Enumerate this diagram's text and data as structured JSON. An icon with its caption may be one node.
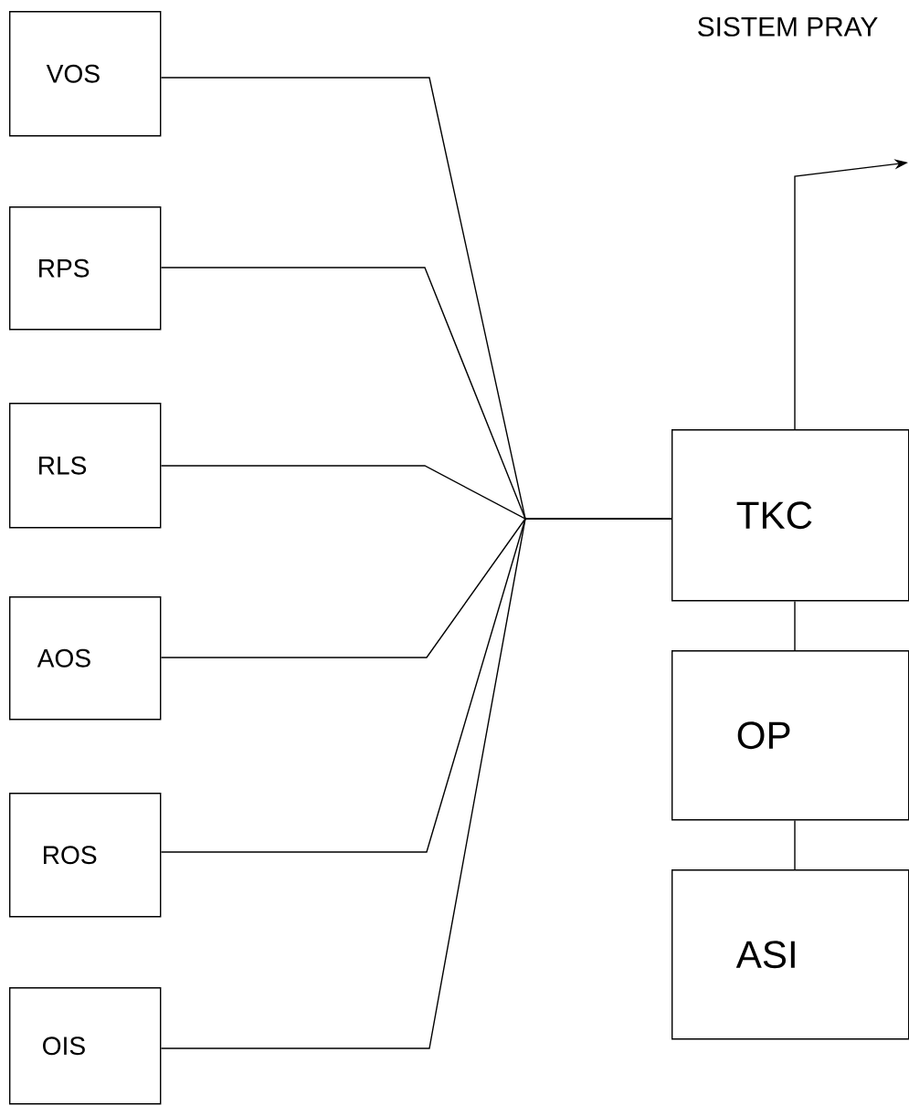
{
  "diagram": {
    "title": "SISTEM PRAY",
    "nodes": [
      {
        "text": [
          "VOS"
        ]
      },
      {
        "text": [
          "RPS"
        ]
      },
      {
        "text": [
          "RLS"
        ]
      },
      {
        "text": [
          "AOS"
        ]
      },
      {
        "text": [
          "ROS"
        ]
      },
      {
        "text": [
          "OIS"
        ]
      },
      {
        "text": [
          "TKC"
        ]
      },
      {
        "text": [
          "OP"
        ]
      },
      {
        "text": [
          "ASI"
        ]
      }
    ],
    "edges": [
      {
        "from": 0,
        "to": 6,
        "arrow": "none"
      },
      {
        "from": 1,
        "to": 6,
        "arrow": "none"
      },
      {
        "from": 2,
        "to": 6,
        "arrow": "none"
      },
      {
        "from": 3,
        "to": 6,
        "arrow": "none"
      },
      {
        "from": 4,
        "to": 6,
        "arrow": "none"
      },
      {
        "from": 5,
        "to": 6,
        "arrow": "none"
      },
      {
        "from": 6,
        "to": null,
        "arrow": "to"
      },
      {
        "from": 6,
        "to": 7,
        "arrow": "none"
      },
      {
        "from": 7,
        "to": 8,
        "arrow": "none"
      }
    ]
  }
}
